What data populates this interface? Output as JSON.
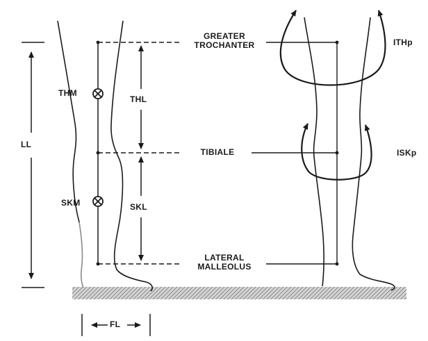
{
  "labels": {
    "greater_trochanter_line1": "GREATER",
    "greater_trochanter_line2": "TROCHANTER",
    "tibiale": "TIBIALE",
    "lateral_malleolus_line1": "LATERAL",
    "lateral_malleolus_line2": "MALLEOLUS",
    "leg_length": "LL",
    "thigh_mass": "THM",
    "thigh_length": "THL",
    "shank_mass": "SKM",
    "shank_length": "SKL",
    "foot_length": "FL",
    "thigh_inertia": "ITHp",
    "shank_inertia": "ISKp"
  },
  "colors": {
    "ink": "#1a1a1a",
    "ground_hatch": "#7a7a7a",
    "ground_fill": "#d4d4d4"
  }
}
